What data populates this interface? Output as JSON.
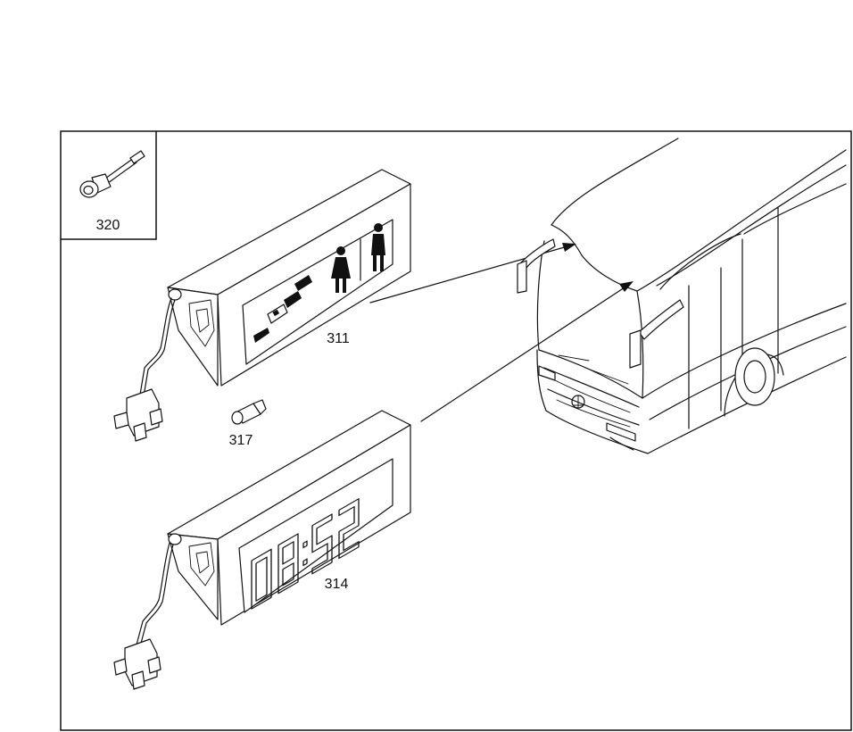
{
  "parts": {
    "p320": {
      "label": "320"
    },
    "p311": {
      "label": "311"
    },
    "p317": {
      "label": "317"
    },
    "p314": {
      "label": "314"
    }
  },
  "clock_display": {
    "text": "08:52"
  }
}
